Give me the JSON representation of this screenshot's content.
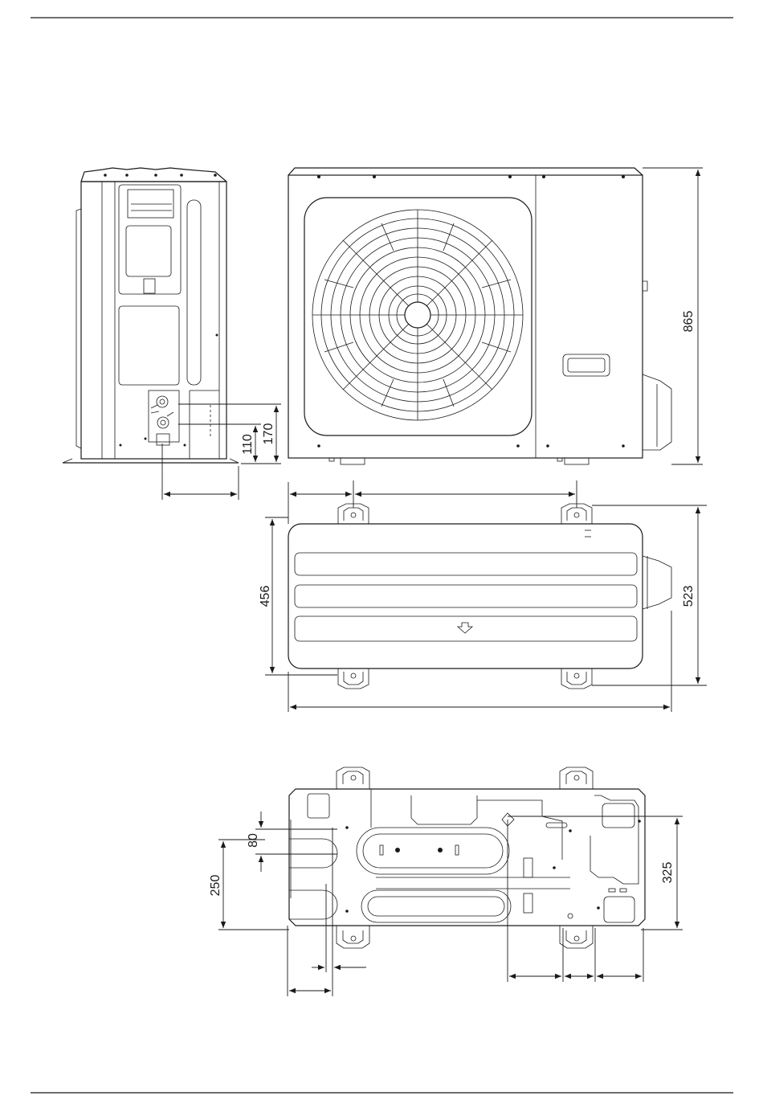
{
  "dimensions": {
    "side_hole_low": "110",
    "side_hole_high": "170",
    "front_height": "865",
    "top_depth_inner": "456",
    "top_depth_outer": "523",
    "base_slot": "80",
    "base_depth": "250",
    "base_right": "325"
  },
  "colors": {
    "line": "#1a1a1a",
    "rule": "#6e6e6e",
    "background": "#ffffff"
  },
  "icons": {
    "drain_arrow": "down-arrow-icon",
    "fan": "fan-grille-icon"
  }
}
